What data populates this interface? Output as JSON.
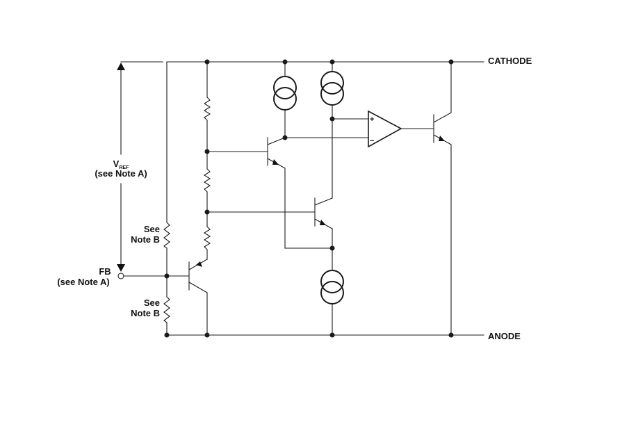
{
  "labels": {
    "cathode": "CATHODE",
    "anode": "ANODE",
    "vref_main": "V",
    "vref_sub": "REF",
    "vref_note": "(see Note A)",
    "fb": "FB",
    "fb_note": "(see Note A)",
    "r_upper_line1": "See",
    "r_upper_line2": "Note B",
    "r_lower_line1": "See",
    "r_lower_line2": "Note B",
    "opamp_plus": "+",
    "opamp_minus": "−"
  }
}
